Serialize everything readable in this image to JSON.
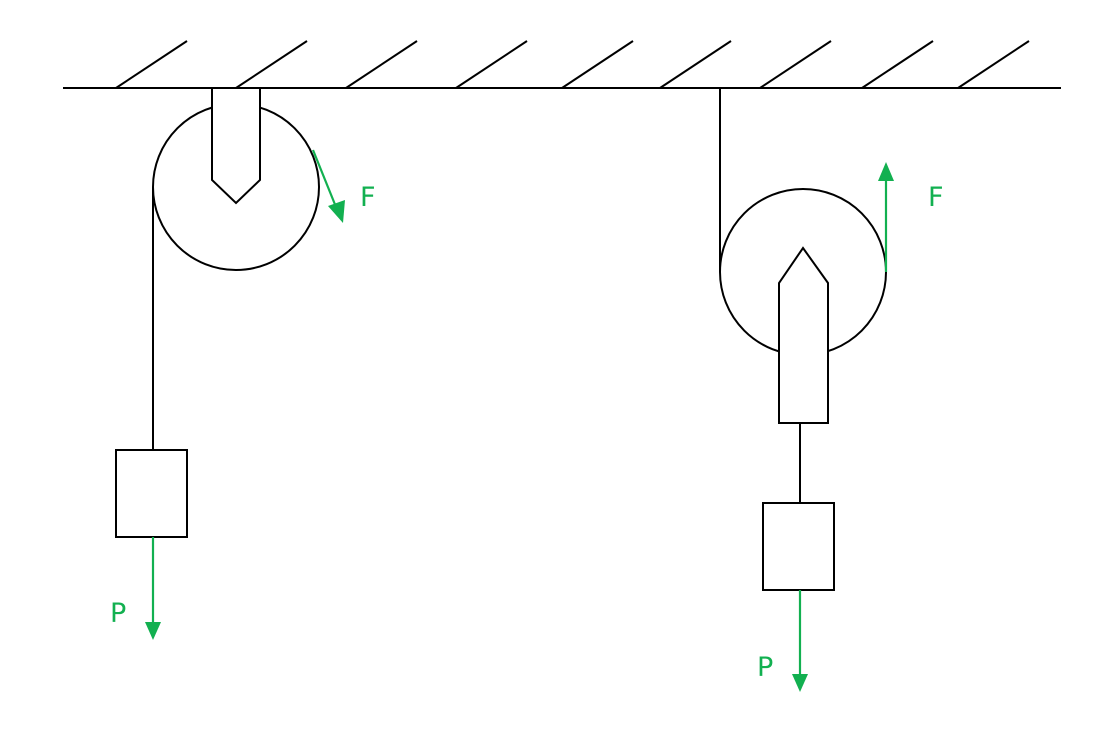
{
  "colors": {
    "line": "#000000",
    "force": "#12b050",
    "background": "#ffffff"
  },
  "labels": {
    "fixed_pulley_effort": "F",
    "fixed_pulley_load": "P",
    "movable_pulley_effort": "F",
    "movable_pulley_load": "P"
  }
}
